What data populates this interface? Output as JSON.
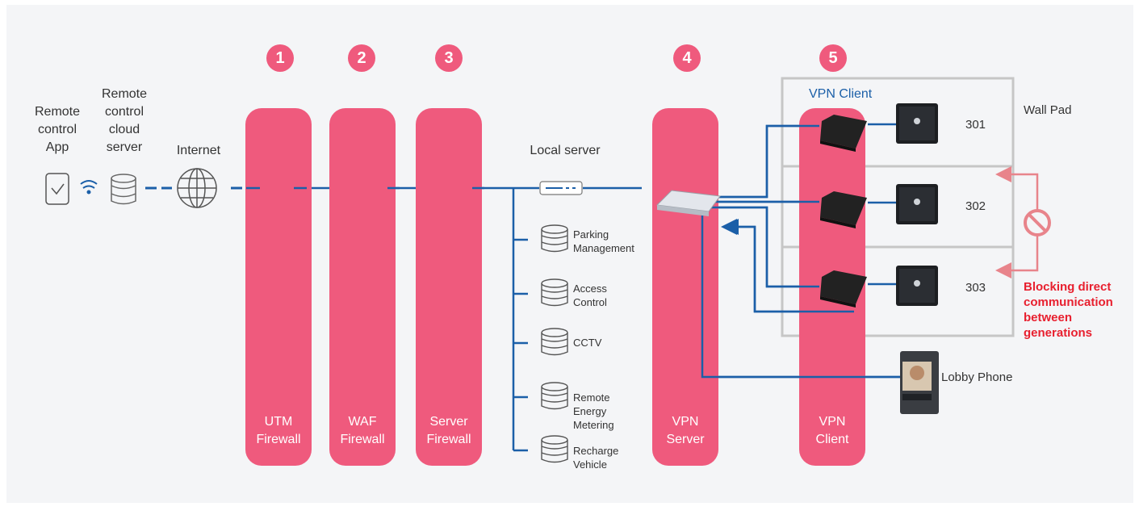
{
  "colors": {
    "accent": "#ef5a7d",
    "line": "#1b5fa8",
    "block": "#e8848b",
    "gray": "#c6c6c6",
    "background": "#f4f5f7"
  },
  "left": {
    "app": "Remote\ncontrol\nApp",
    "cloud": "Remote\ncontrol\ncloud\nserver",
    "internet": "Internet"
  },
  "badges": [
    "1",
    "2",
    "3",
    "4",
    "5"
  ],
  "firewalls": [
    {
      "label": "UTM\nFirewall",
      "icon": "firewall-icon"
    },
    {
      "label": "WAF\nFirewall",
      "icon": "firewall-icon"
    },
    {
      "label": "Server\nFirewall",
      "icon": "firewall-icon"
    }
  ],
  "local": {
    "title": "Local server",
    "items": [
      "Parking\nManagement",
      "Access\nControl",
      "CCTV",
      "Remote\nEnergy\nMetering",
      "Recharge\nVehicle"
    ]
  },
  "vpn_server": {
    "label": "VPN\nServer"
  },
  "vpn_client": {
    "label": "VPN\nClient",
    "title": "VPN Client"
  },
  "units": [
    "301",
    "302",
    "303"
  ],
  "wall_pad": "Wall Pad",
  "lobby": "Lobby Phone",
  "blocking": "Blocking direct\ncommunication\nbetween\ngenerations"
}
